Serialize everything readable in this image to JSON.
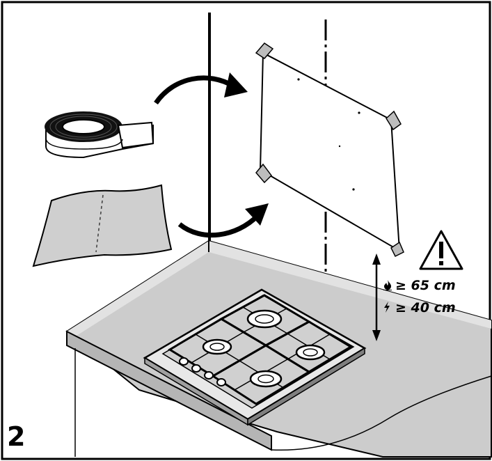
{
  "figure": {
    "step_number": "2",
    "distances": {
      "gas": {
        "icon": "flame-icon",
        "text": "≥ 65 cm"
      },
      "electric": {
        "icon": "lightning-icon",
        "text": "≥ 40 cm"
      }
    },
    "colors": {
      "line": "#000000",
      "surface_gray": "#c8c8c8",
      "cloth_gray": "#cfcfcf",
      "hob_gray": "#d9d9d9",
      "background": "#ffffff"
    }
  }
}
